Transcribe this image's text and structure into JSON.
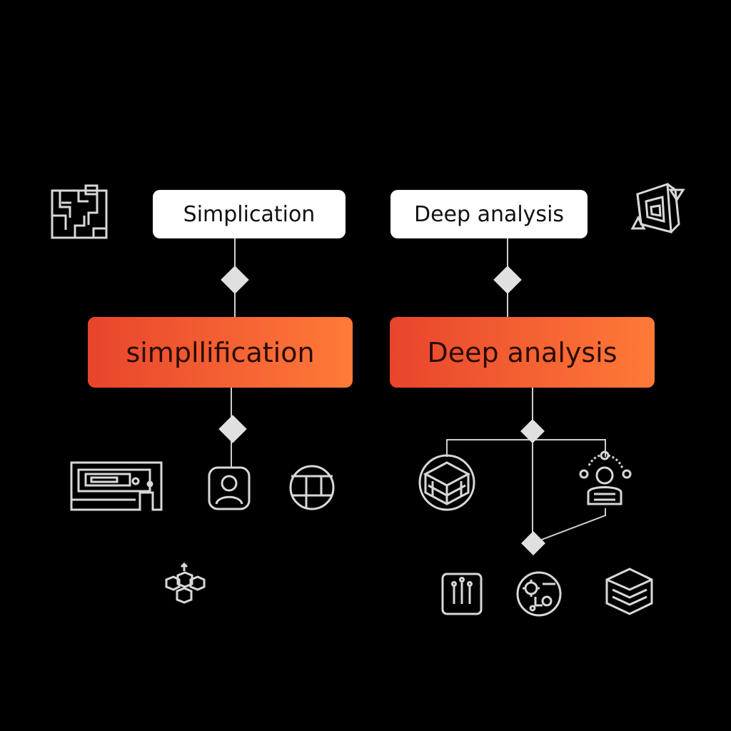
{
  "labels": {
    "left_top": "Simplication",
    "right_top": "Deep analysis"
  },
  "boxes": {
    "left": "simpllification",
    "right": "Deep analysis"
  },
  "colors": {
    "background": "#000000",
    "label_fill": "#ffffff",
    "box_gradient_start": "#e8452c",
    "box_gradient_end": "#ff7a38",
    "connector": "#cfcfcf",
    "icon_stroke": "#d8d8d8"
  },
  "icons": [
    "maze-icon",
    "cube-frame-icon",
    "card-device-icon",
    "user-profile-icon",
    "window-grid-icon",
    "hex-network-icon",
    "hexagon-stack-icon",
    "user-network-icon",
    "sliders-icon",
    "gear-network-icon",
    "layers-stack-icon"
  ]
}
